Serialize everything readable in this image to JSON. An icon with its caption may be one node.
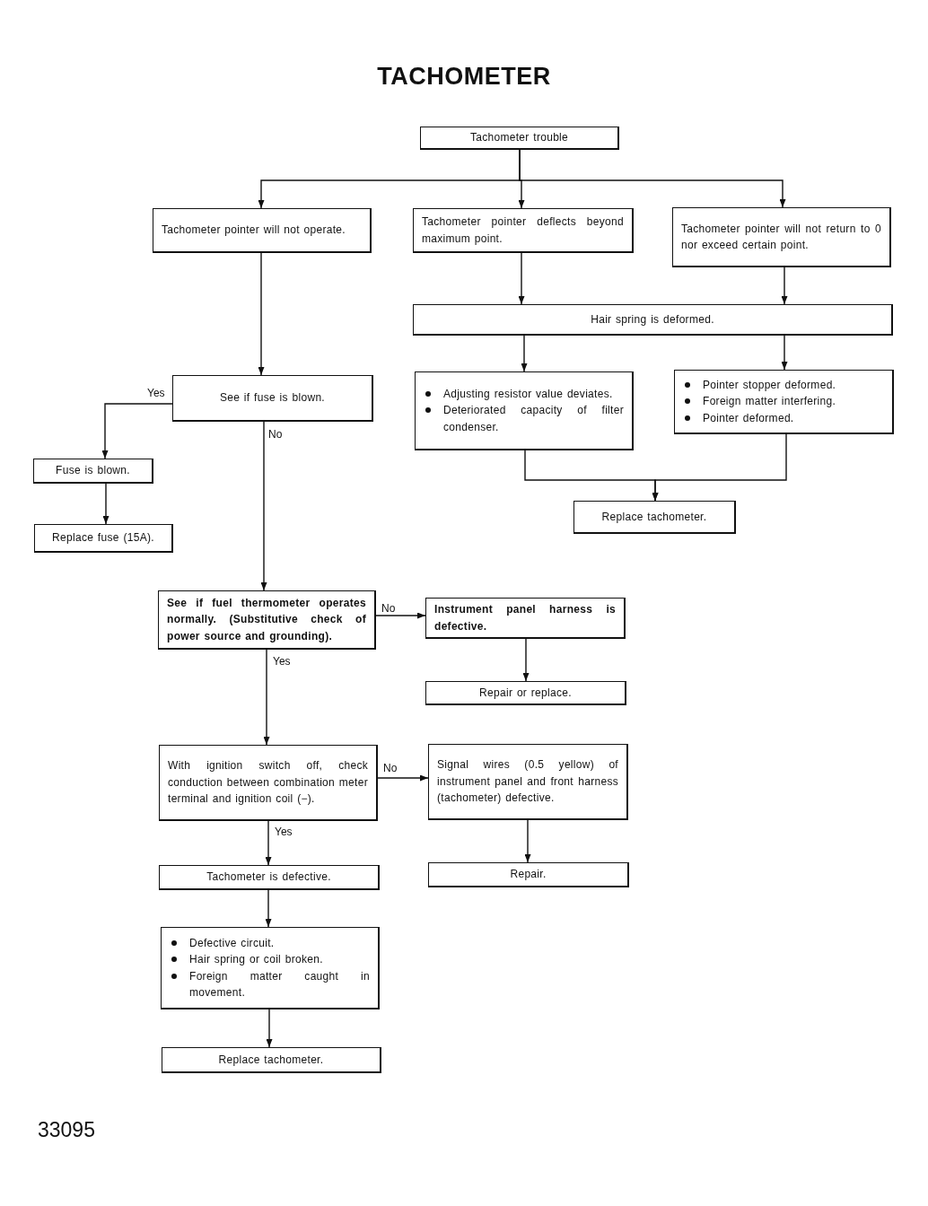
{
  "diagram": {
    "title": "TACHOMETER",
    "nodes": [
      {
        "text": [
          "Tachometer trouble"
        ]
      },
      {
        "text": [
          "Tachometer pointer will not operate."
        ]
      },
      {
        "text": [
          "Tachometer pointer deflects beyond maximum point."
        ]
      },
      {
        "text": [
          "Tachometer pointer will not return to 0 nor exceed certain point."
        ]
      },
      {
        "text": [
          "Hair spring is deformed."
        ]
      },
      {
        "text": [
          "Adjusting resistor value deviates.",
          "Deteriorated capacity of filter condenser."
        ]
      },
      {
        "text": [
          "Pointer stopper deformed.",
          "Foreign matter interfering.",
          "Pointer deformed."
        ]
      },
      {
        "text": [
          "Replace tachometer."
        ]
      },
      {
        "text": [
          "See if fuse is blown."
        ]
      },
      {
        "text": [
          "Fuse is blown."
        ]
      },
      {
        "text": [
          "Replace fuse (15A)."
        ]
      },
      {
        "text": [
          "See if fuel thermometer operates normally. (Substitutive check of power source and grounding)."
        ]
      },
      {
        "text": [
          "Instrument panel harness is defective."
        ]
      },
      {
        "text": [
          "Repair or replace."
        ]
      },
      {
        "text": [
          "With ignition switch off, check conduction between combination meter terminal and ignition coil (−)."
        ]
      },
      {
        "text": [
          "Signal wires (0.5 yellow) of instrument panel and front harness (tachometer) defective."
        ]
      },
      {
        "text": [
          "Tachometer is defective."
        ]
      },
      {
        "text": [
          "Repair."
        ]
      },
      {
        "text": [
          "Defective circuit.",
          "Hair spring or coil broken.",
          "Foreign matter caught in movement."
        ]
      },
      {
        "text": [
          "Replace tachometer."
        ]
      }
    ],
    "edges": [
      {
        "from": 0,
        "to": 1,
        "arrow": "to"
      },
      {
        "from": 0,
        "to": 2,
        "arrow": "to"
      },
      {
        "from": 0,
        "to": 3,
        "arrow": "to"
      },
      {
        "from": 1,
        "to": 8,
        "arrow": "to"
      },
      {
        "from": 2,
        "to": 4,
        "arrow": "to"
      },
      {
        "from": 3,
        "to": 4,
        "arrow": "to"
      },
      {
        "from": 4,
        "to": 5,
        "arrow": "to"
      },
      {
        "from": 4,
        "to": 6,
        "arrow": "to"
      },
      {
        "from": 5,
        "to": 7,
        "arrow": "to"
      },
      {
        "from": 6,
        "to": 7,
        "arrow": "to"
      },
      {
        "from": 8,
        "to": 9,
        "arrow": "to",
        "label": "Yes"
      },
      {
        "from": 8,
        "to": 11,
        "arrow": "to",
        "label": "No"
      },
      {
        "from": 9,
        "to": 10,
        "arrow": "to"
      },
      {
        "from": 11,
        "to": 12,
        "arrow": "to",
        "label": "No"
      },
      {
        "from": 11,
        "to": 14,
        "arrow": "to",
        "label": "Yes"
      },
      {
        "from": 12,
        "to": 13,
        "arrow": "to"
      },
      {
        "from": 14,
        "to": 15,
        "arrow": "to",
        "label": "No"
      },
      {
        "from": 14,
        "to": 16,
        "arrow": "to",
        "label": "Yes"
      },
      {
        "from": 15,
        "to": 17,
        "arrow": "to"
      },
      {
        "from": 16,
        "to": 18,
        "arrow": "to"
      },
      {
        "from": 18,
        "to": 19,
        "arrow": "to"
      }
    ],
    "labels": [
      "33095"
    ]
  }
}
